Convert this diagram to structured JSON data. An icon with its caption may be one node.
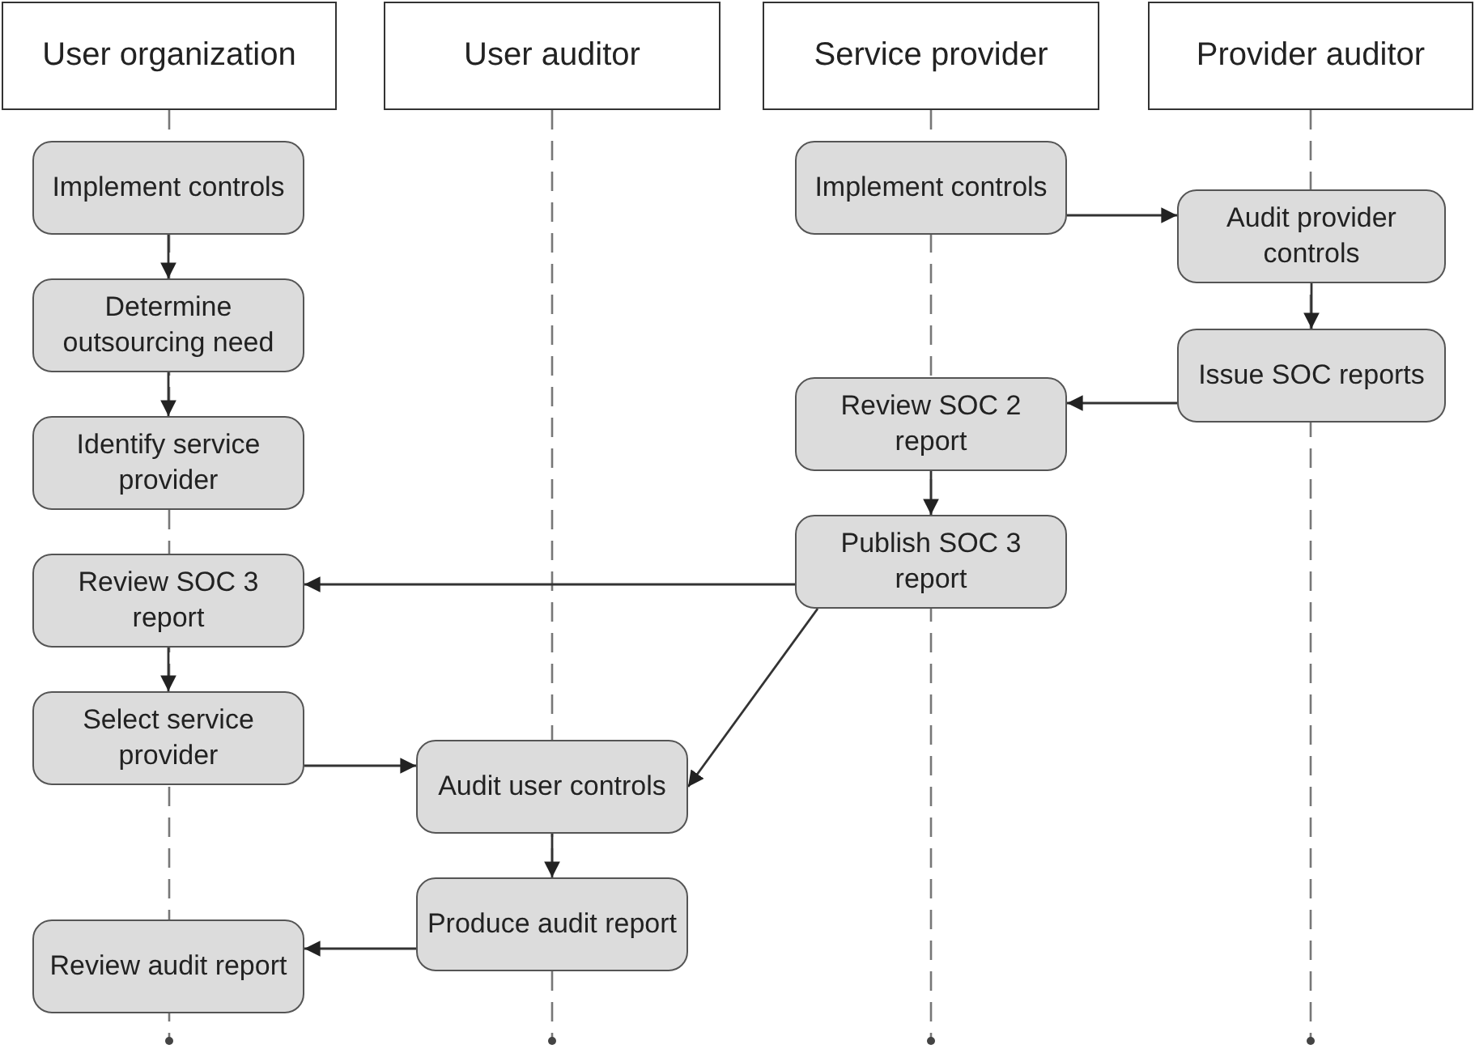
{
  "diagram": {
    "nodes": [
      {
        "text": [
          "User organization"
        ]
      },
      {
        "text": [
          "User auditor"
        ]
      },
      {
        "text": [
          "Service provider"
        ]
      },
      {
        "text": [
          "Provider auditor"
        ]
      },
      {
        "text": [
          "Implement controls"
        ]
      },
      {
        "text": [
          "Determine outsourcing need"
        ]
      },
      {
        "text": [
          "Identify service provider"
        ]
      },
      {
        "text": [
          "Review SOC 3 report"
        ]
      },
      {
        "text": [
          "Select service provider"
        ]
      },
      {
        "text": [
          "Review audit report"
        ]
      },
      {
        "text": [
          "Audit user controls"
        ]
      },
      {
        "text": [
          "Produce audit report"
        ]
      },
      {
        "text": [
          "Implement controls"
        ]
      },
      {
        "text": [
          "Review SOC 2 report"
        ]
      },
      {
        "text": [
          "Publish SOC 3 report"
        ]
      },
      {
        "text": [
          "Audit provider controls"
        ]
      },
      {
        "text": [
          "Issue SOC reports"
        ]
      }
    ],
    "edges": [
      {
        "from": 4,
        "to": 5,
        "arrow": "to"
      },
      {
        "from": 5,
        "to": 6,
        "arrow": "to"
      },
      {
        "from": 7,
        "to": 8,
        "arrow": "to"
      },
      {
        "from": 8,
        "to": 10,
        "arrow": "to"
      },
      {
        "from": 10,
        "to": 11,
        "arrow": "to"
      },
      {
        "from": 11,
        "to": 9,
        "arrow": "to"
      },
      {
        "from": 12,
        "to": 15,
        "arrow": "to"
      },
      {
        "from": 15,
        "to": 16,
        "arrow": "to"
      },
      {
        "from": 16,
        "to": 13,
        "arrow": "to"
      },
      {
        "from": 13,
        "to": 14,
        "arrow": "to"
      },
      {
        "from": 14,
        "to": 7,
        "arrow": "to"
      },
      {
        "from": 14,
        "to": 10,
        "arrow": "to"
      }
    ]
  }
}
